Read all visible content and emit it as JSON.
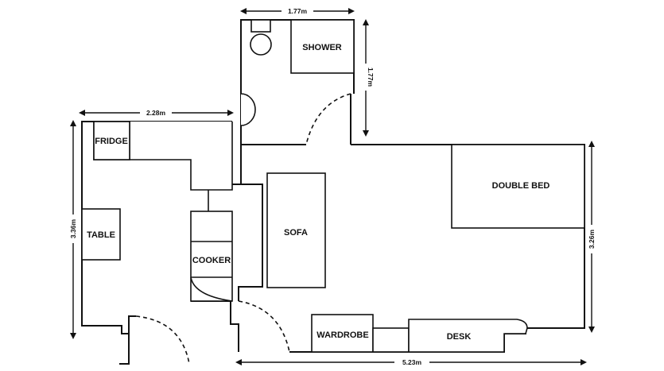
{
  "rooms": {
    "shower": "SHOWER",
    "fridge": "FRIDGE",
    "table": "TABLE",
    "cooker": "COOKER",
    "sofa": "SOFA",
    "double_bed": "DOUBLE BED",
    "wardrobe": "WARDROBE",
    "desk": "DESK"
  },
  "dimensions": {
    "bathroom_width": "1.77m",
    "bathroom_height": "1.77m",
    "kitchen_width": "2.28m",
    "kitchen_height": "3.36m",
    "living_height": "3.26m",
    "total_width": "5.23m"
  }
}
